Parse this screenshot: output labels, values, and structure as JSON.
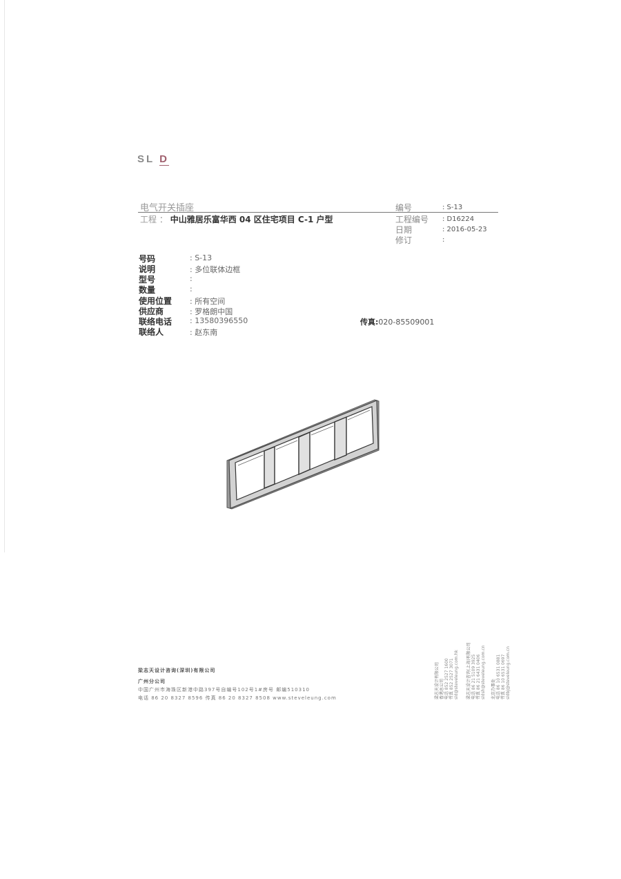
{
  "logo": {
    "left": "SL",
    "right": "D",
    "accent_color": "#a0606e"
  },
  "header": {
    "title": "电气开关插座",
    "project_label": "工程",
    "project_sep": "：",
    "project_value": "中山雅居乐富华西 04 区住宅项目  C-1 户型",
    "meta": [
      {
        "key": "编号",
        "value": ": S-13"
      },
      {
        "key": "工程编号",
        "value": ": D16224"
      },
      {
        "key": "日期",
        "value": ": 2016-05-23"
      },
      {
        "key": "修订",
        "value": ":"
      }
    ]
  },
  "info": [
    {
      "key": "号码",
      "value": ": S-13"
    },
    {
      "key": "说明",
      "value": ": 多位联体边框"
    },
    {
      "key": "型号",
      "value": ":"
    },
    {
      "key": "数量",
      "value": ":"
    },
    {
      "key": "使用位置",
      "value": ": 所有空间"
    },
    {
      "key": "供应商",
      "value": ": 罗格朗中国"
    },
    {
      "key": "联络电话",
      "value": ": 13580396550"
    },
    {
      "key": "联络人",
      "value": ": 赵东南"
    }
  ],
  "fax": {
    "label": "传真:",
    "value": "020-85509001"
  },
  "figure": {
    "description": "四位联体开关边框示意图",
    "slots": 4
  },
  "footer": {
    "company": "梁志天设计咨询(深圳)有限公司",
    "branch": "广州分公司",
    "address": "中国广州市海珠区新港中路397号自编号102号1#房号  邮编510310",
    "contact": "电话 86 20 8327 8596  传真 86 20 8327 8508  www.steveleung.com",
    "offices": [
      [
        "梁志天设计有限公司",
        "香港总公司",
        "电话 852 2527 1600",
        "传真 852 2527 3071",
        "sld@steveleung.com.hk"
      ],
      [
        "梁志天设计咨询(上海)有限公司",
        "电话 86 21 5109 3925",
        "传真 86 21 6431 0406",
        "sldsh@steveleung.com.cn"
      ],
      [
        "北京办事处",
        "电话 86 10 6531 0881",
        "传真 86 10 6531 0697",
        "sldbj@steveleung.com.cn"
      ]
    ]
  }
}
